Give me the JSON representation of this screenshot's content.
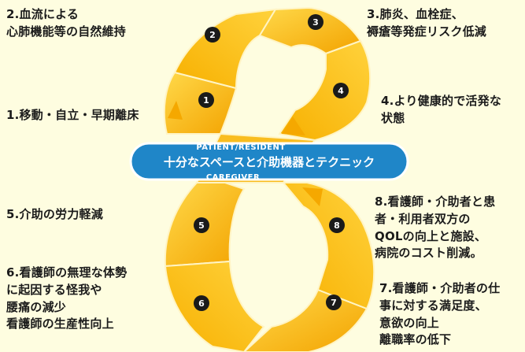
{
  "banner": {
    "top_text": "PATIENT/RESIDENT",
    "title": "十分なスペースと介助機器とテクニック",
    "bottom_text": "CAREGIVER"
  },
  "badges": [
    "1",
    "2",
    "3",
    "4",
    "5",
    "6",
    "7",
    "8"
  ],
  "labels": {
    "l1": "1.移動・自立・早期離床",
    "l2": "2.血流による\n  心肺機能等の自然維持",
    "l3": "3.肺炎、血栓症、\n  褥瘡等発症リスク低減",
    "l4": "4.より健康的で活発な\n  状態",
    "l5": "5.介助の労力軽減",
    "l6": "6.看護師の無理な体勢\n  に起因する怪我や\n  腰痛の減少\n  看護師の生産性向上",
    "l7": "7.看護師・介助者の仕\n  事に対する満足度、\n  意欲の向上\n  離職率の低下",
    "l8": "8.看護師・介助者と患\n  者・利用者双方の\n  QOLの向上と施設、\n  病院のコスト削減。"
  },
  "colors": {
    "background": "#fefde0",
    "segment_light": "#ffcc33",
    "segment_dark": "#f5a800",
    "segment_edge": "#fff4c4",
    "banner": "#1f86c8",
    "banner_border": "#ffffff",
    "badge": "#1a1a1a",
    "text": "#1b1b1b"
  }
}
